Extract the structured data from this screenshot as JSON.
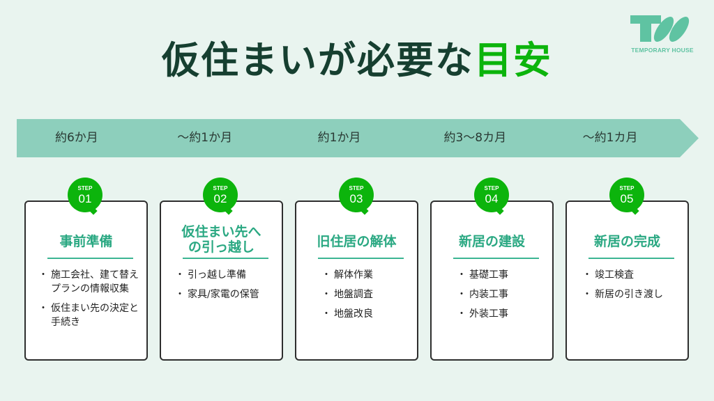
{
  "header": {
    "title_main": "仮住まいが必要な",
    "title_accent": "目安"
  },
  "logo": {
    "mark": "TW",
    "text": "TEMPORARY HOUSE",
    "color": "#5fc3a2"
  },
  "colors": {
    "background": "#e9f4ef",
    "title_dark": "#163f30",
    "accent_green": "#0cb40c",
    "timeline_fill": "#8dcfbc",
    "card_title": "#2aa882"
  },
  "timeline": {
    "durations": [
      "約6か月",
      "〜約1か月",
      "約1か月",
      "約3〜8カ月",
      "〜約1カ月"
    ]
  },
  "steps": [
    {
      "badge_word": "STEP",
      "number": "01",
      "title": "事前準備",
      "items": [
        "施工会社、建て替えプランの情報収集",
        "仮住まい先の決定と手続き"
      ]
    },
    {
      "badge_word": "STEP",
      "number": "02",
      "title": "仮住まい先への引っ越し",
      "items": [
        "引っ越し準備",
        "家具/家電の保管"
      ]
    },
    {
      "badge_word": "STEP",
      "number": "03",
      "title": "旧住居の解体",
      "items": [
        "解体作業",
        "地盤調査",
        "地盤改良"
      ]
    },
    {
      "badge_word": "STEP",
      "number": "04",
      "title": "新居の建設",
      "items": [
        "基礎工事",
        "内装工事",
        "外装工事"
      ]
    },
    {
      "badge_word": "STEP",
      "number": "05",
      "title": "新居の完成",
      "items": [
        "竣工検査",
        "新居の引き渡し"
      ]
    }
  ]
}
